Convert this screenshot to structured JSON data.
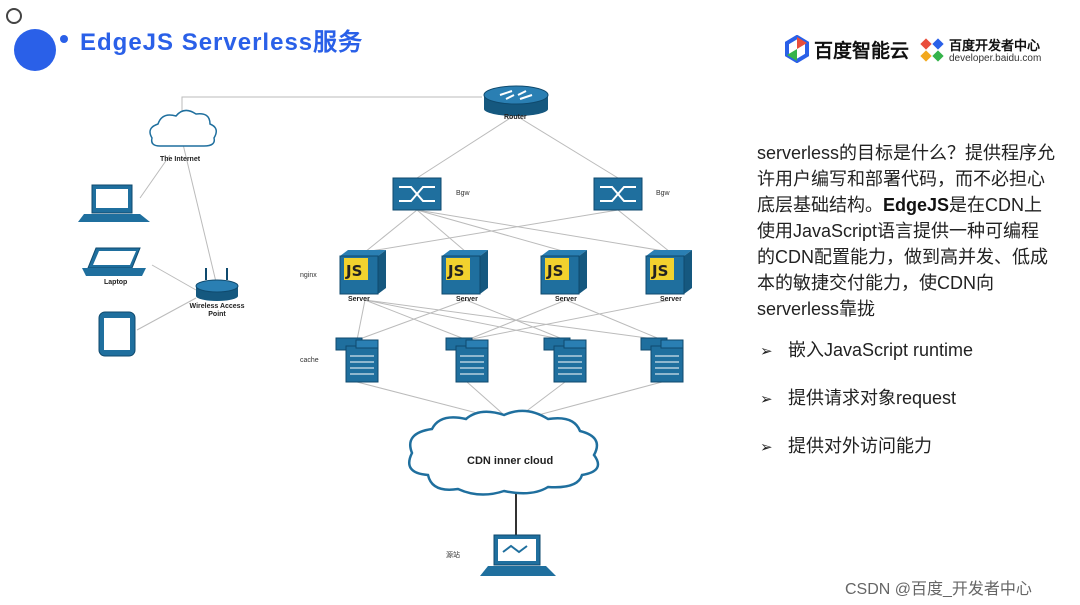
{
  "title": "EdgeJS Serverless服务",
  "logos": {
    "baidu_cloud": "百度智能云",
    "dev_center": "百度开发者中心",
    "dev_url": "developer.baidu.com"
  },
  "description": {
    "part1": "serverless的目标是什么？提供程序允许用户编写和部署代码，而不必担心底层基础结构。",
    "highlight": "EdgeJS",
    "part2": "是在CDN上使用JavaScript语言提供一种可编程的CDN配置能力，做到高并发、低成本的敏捷交付能力，使CDN向serverless靠拢"
  },
  "bullets": [
    "嵌入JavaScript runtime",
    "提供请求对象request",
    "提供对外访问能力"
  ],
  "diagram": {
    "router_label": "Router",
    "internet_label": "The Internet",
    "laptop_label": "Laptop",
    "wap_label": "Wireless Access Point",
    "bgw_labels": [
      "Bgw",
      "Bgw"
    ],
    "nginx_label": "nginx",
    "cache_label": "cache",
    "js_badge": "JS",
    "server_labels": [
      "Server",
      "Server",
      "Server",
      "Server"
    ],
    "cloud_label": "CDN inner cloud",
    "site_label": "源站"
  },
  "watermark": "CSDN @百度_开发者中心",
  "colors": {
    "title_blue": "#2a60e8",
    "device_blue": "#1f6f9e",
    "js_yellow": "#f2d22e"
  }
}
